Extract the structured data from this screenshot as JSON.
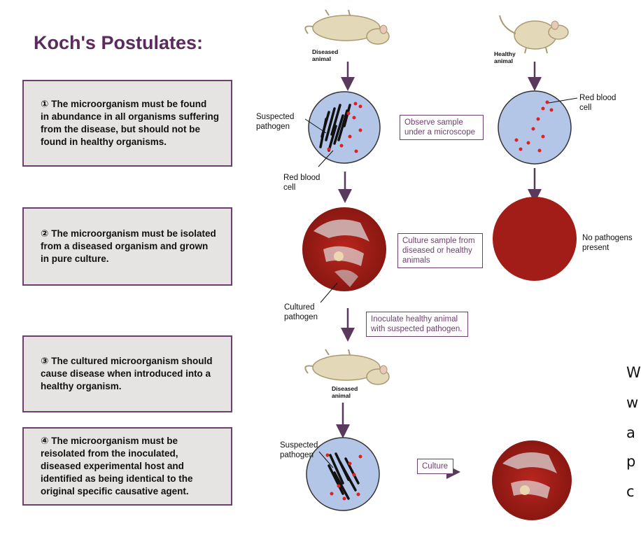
{
  "title": "Koch's Postulates:",
  "postulates": [
    {
      "marker": "①",
      "lines": [
        "The microorganism must be found",
        "in abundance in all organisms suffering",
        "from the disease, but should not be",
        "found in healthy organisms."
      ]
    },
    {
      "marker": "②",
      "lines": [
        "The microorganism must be isolated",
        "from a diseased organism and grown",
        "in pure culture."
      ]
    },
    {
      "marker": "③",
      "lines": [
        "The cultured microorganism should",
        "cause disease when introduced into a",
        "healthy organism."
      ]
    },
    {
      "marker": "④",
      "lines": [
        "The microorganism must be",
        "reisolated from the inoculated,",
        "diseased experimental host and",
        "identified as being identical to the",
        "original specific causative agent."
      ]
    }
  ],
  "diagram": {
    "diseased_animal_1": [
      "Diseased",
      "animal"
    ],
    "healthy_animal": [
      "Healthy",
      "animal"
    ],
    "suspected_pathogen_1": [
      "Suspected",
      "pathogen"
    ],
    "red_blood_cell_left": [
      "Red blood",
      "cell"
    ],
    "red_blood_cell_right": [
      "Red blood",
      "cell"
    ],
    "observe_note": [
      "Observe sample",
      "under a microscope"
    ],
    "culture_note": [
      "Culture sample from",
      "diseased or healthy",
      "animals"
    ],
    "no_pathogens": [
      "No pathogens",
      "present"
    ],
    "cultured_pathogen": [
      "Cultured",
      "pathogen"
    ],
    "inoculate_note": [
      "Inoculate healthy animal",
      "with suspected pathogen."
    ],
    "diseased_animal_2": [
      "Diseased",
      "animal"
    ],
    "suspected_pathogen_2": [
      "Suspected",
      "pathogen"
    ],
    "culture_label": "Culture"
  },
  "colors": {
    "title": "#5b2b5e",
    "box_border": "#6e3f6e",
    "box_fill": "#e6e3e3",
    "slide_blue": "#b4c6e7",
    "rbc_red": "#e02020",
    "plate_red": "#a81c16",
    "arrow": "#5a3a5c"
  },
  "side_text": [
    "W",
    "w",
    "a",
    "p",
    "c"
  ]
}
